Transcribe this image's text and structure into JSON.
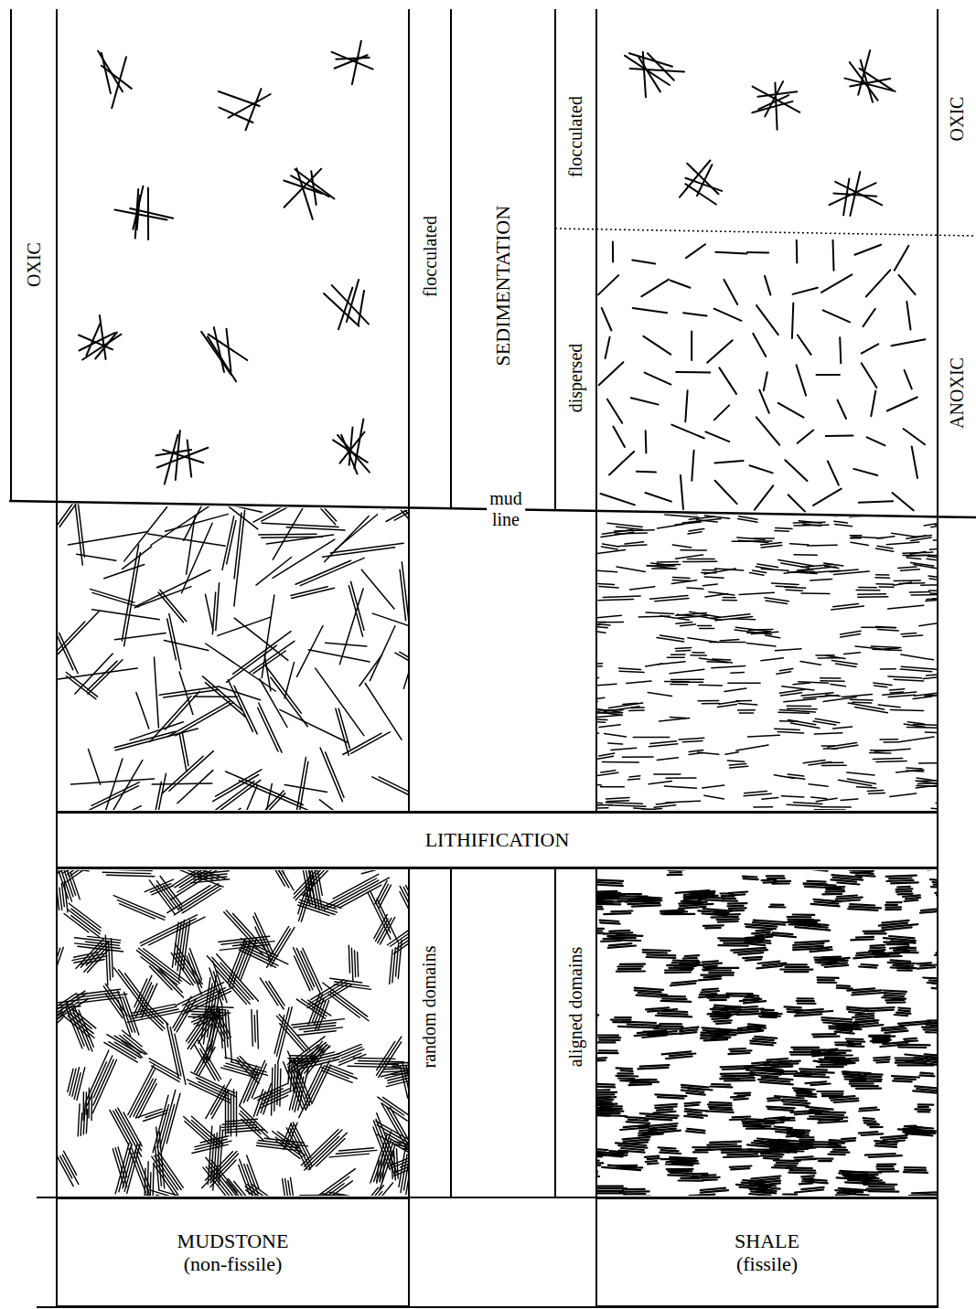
{
  "diagram": {
    "nodes": [
      {
        "text": [
          "OXIC"
        ]
      },
      {
        "text": [
          "flocculated"
        ]
      },
      {
        "text": [
          "SEDIMENTATION"
        ]
      },
      {
        "text": [
          "flocculated"
        ]
      },
      {
        "text": [
          "dispersed"
        ]
      },
      {
        "text": [
          "LITHIFICATION"
        ]
      },
      {
        "text": [
          "random domains"
        ]
      },
      {
        "text": [
          "aligned domains"
        ]
      },
      {
        "text": [
          "MUDSTONE (non-fissile)"
        ]
      },
      {
        "text": [
          "SHALE (fissile)"
        ]
      }
    ],
    "labels": [
      "OXIC",
      "mud line",
      "ANOXIC"
    ]
  }
}
